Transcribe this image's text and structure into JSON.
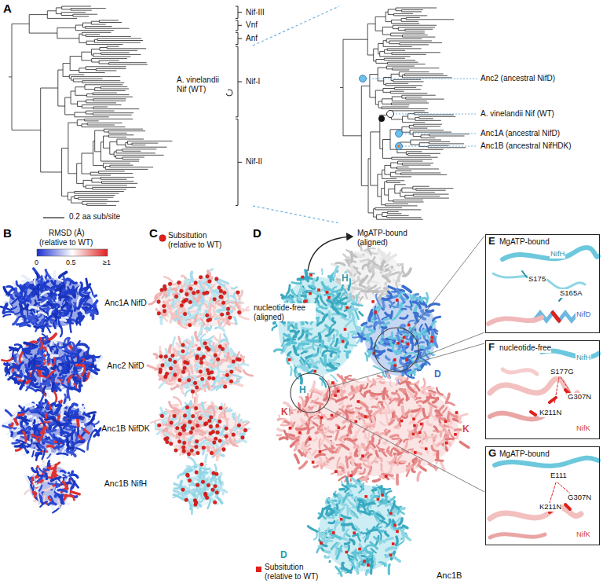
{
  "diagram": {
    "nodes": [
      {
        "text": [
          "E",
          "MgATP-bound"
        ]
      },
      {
        "text": [
          "F",
          "nucleotide-free"
        ]
      },
      {
        "text": [
          "G",
          "MgATP-bound"
        ]
      }
    ],
    "labels": [
      "A",
      "Nif-III",
      "Vnf",
      "Anf",
      "A. vinelandii Nif (WT)",
      "Nif-I",
      "Nif-II",
      "0.2 aa sub/site",
      "Anc2 (ancestral NifD)",
      "A. vinelandii Nif (WT)",
      "Anc1A (ancestral NifD)",
      "Anc1B (ancestral NifHDK)",
      "B",
      "RMSD (Å)",
      "(relative to WT)",
      "0",
      "0.5",
      "≥1",
      "C",
      "Anc1A NifD",
      "Anc2 NifD",
      "Anc1B NifDK",
      "Anc1B NifH",
      "D",
      "MgATP-bound (aligned)",
      "nucleotide-free (aligned)",
      "H",
      "H",
      "D",
      "K",
      "K",
      "D",
      "Anc1B",
      "NifH",
      "S175",
      "S165A",
      "NifD",
      "S177G",
      "NifH",
      "G307N",
      "K211N",
      "NifK",
      "E111",
      "K211N",
      "G307N",
      "NifK"
    ],
    "legend": [
      {
        "text": "Subsitution (relative to WT)",
        "color": "#e0201c"
      },
      {
        "text": "Subsitution (relative to WT)",
        "color": "#e0201c"
      }
    ]
  }
}
